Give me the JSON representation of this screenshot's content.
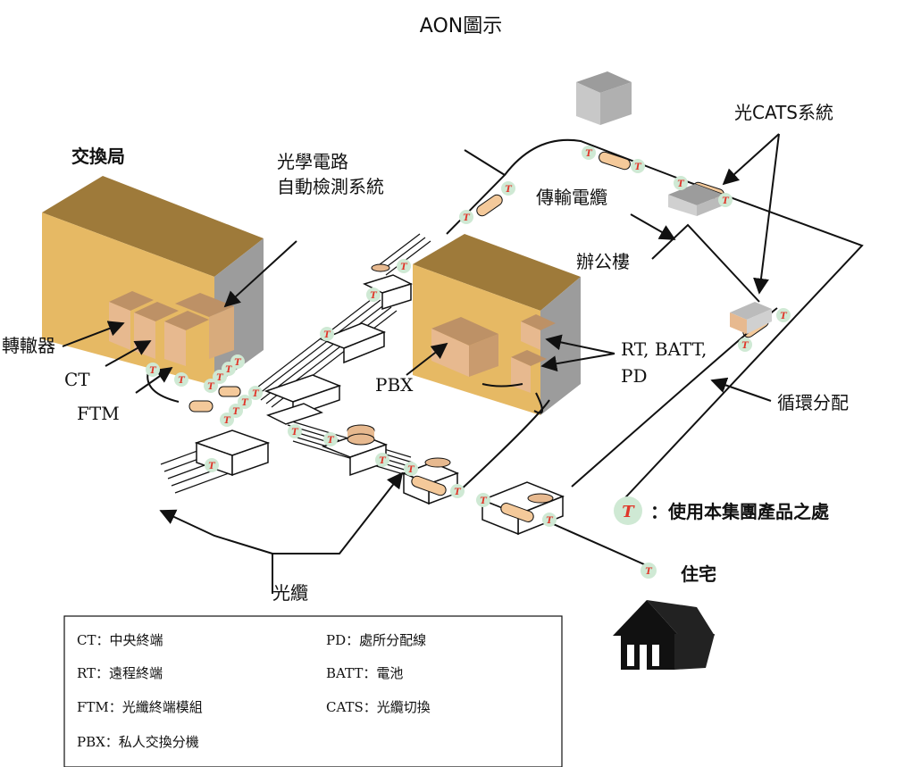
{
  "title": "AON圖示",
  "labels": {
    "central_office": "交換局",
    "optical_test_1": "光學電路",
    "optical_test_2": "自動檢測系統",
    "transponder": "轉轍器",
    "ct": "CT",
    "ftm": "FTM",
    "pbx": "PBX",
    "rt_batt": "RT, BATT,",
    "pd": "PD",
    "cats_system": "光CATS系統",
    "transmission_cable": "傳輸電纜",
    "office_building": "辦公樓",
    "loop_distribution": "循環分配",
    "fiber_cable": "光纜",
    "residence": "住宅",
    "product_note": "：使用本集團產品之處"
  },
  "t_mark": "T",
  "colors": {
    "building_front": "#e6b964",
    "building_top": "#9e7a3a",
    "building_side": "#9c9c9c",
    "equipment": "#e7b98f",
    "equipment_dark": "#bd9166",
    "grey_box": "#c8c8c8",
    "t_circle": "#cfe9d4",
    "t_letter": "#e0372b",
    "cable_tan": "#f4c99a"
  },
  "legend": {
    "col1": [
      "CT：中央終端",
      "RT：遠程終端",
      "FTM：光纖終端模組",
      "PBX：私人交換分機"
    ],
    "col2": [
      "PD：處所分配線",
      "BATT：電池",
      "CATS：光纜切換"
    ]
  }
}
